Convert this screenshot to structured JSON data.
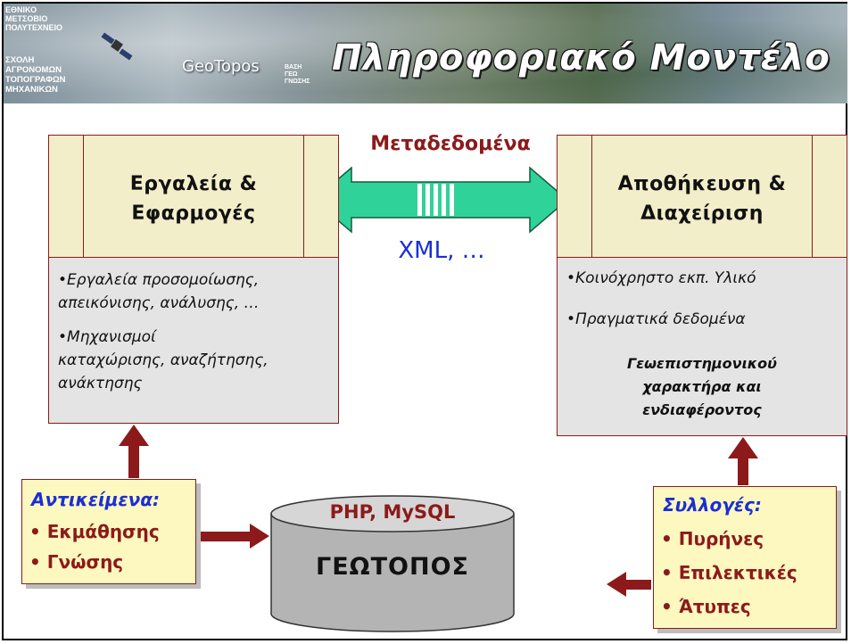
{
  "banner": {
    "ntua_lines": [
      "ΕΘΝΙΚΟ",
      "ΜΕΤΣΟΒΙΟ",
      "ΠΟΛΥΤΕΧΝΕΙΟ"
    ],
    "school_lines": [
      "ΣΧΟΛΗ",
      "ΑΓΡΟΝΟΜΩΝ",
      "ΤΟΠΟΓΡΑΦΩΝ",
      "ΜΗΧΑΝΙΚΩΝ"
    ],
    "brand": "GeoTopos",
    "tagline_lines": [
      "ΒΑΣΗ",
      "ΓΕΩ",
      "ΓΝΩΣΗΣ"
    ],
    "title": "Πληροφοριακό Μοντέλο"
  },
  "left_box": {
    "heading_line1": "Εργαλεία &",
    "heading_line2": "Εφαρμογές",
    "items": [
      "•Εργαλεία προσομοίωσης,",
      "απεικόνισης, ανάλυσης, …",
      "•Μηχανισμοί",
      "καταχώρισης, αναζήτησης,",
      "ανάκτησης"
    ]
  },
  "right_box": {
    "heading_line1": "Αποθήκευση &",
    "heading_line2": "Διαχείριση",
    "items": [
      "•Κοινόχρηστο εκπ. Υλικό",
      "•Πραγματικά δεδομένα"
    ],
    "bold_lines": [
      "Γεωεπιστημονικού",
      "χαρακτήρα και",
      "ενδιαφέροντος"
    ]
  },
  "connector": {
    "top_label": "Μεταδεδομένα",
    "bottom_label": "XML, …"
  },
  "objects_box": {
    "heading": "Αντικείμενα:",
    "items": [
      "• Εκμάθησης",
      "• Γνώσης"
    ]
  },
  "collections_box": {
    "heading": "Συλλογές:",
    "items": [
      "• Πυρήνες",
      "• Επιλεκτικές",
      "• Άτυπες"
    ]
  },
  "database": {
    "tech_label": "PHP, MySQL",
    "name": "ΓΕΩΤΟΠΟΣ"
  },
  "colors": {
    "arrow_dark_red": "#8c1a1a",
    "double_arrow_green": "#2fd39a",
    "xml_blue": "#1a2ed6",
    "header_fill": "#f2eec9",
    "list_fill": "#e4e4e4",
    "note_fill": "#fdf8bf",
    "cylinder_grey": "#b4b4b4"
  }
}
